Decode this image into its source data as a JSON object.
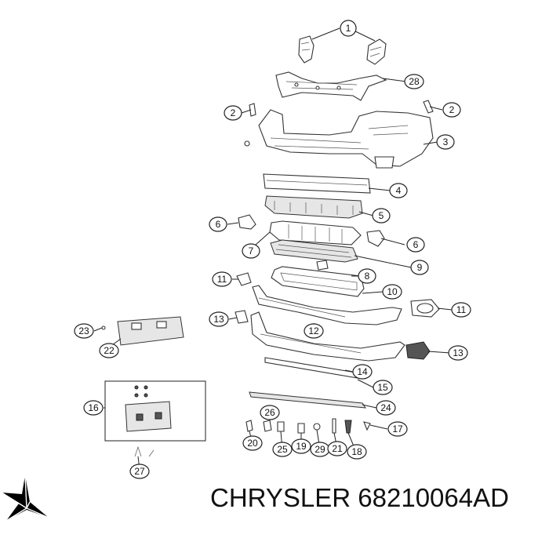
{
  "callouts": [
    {
      "label": "1"
    },
    {
      "label": "28"
    },
    {
      "label": "2"
    },
    {
      "label": "2"
    },
    {
      "label": "3"
    },
    {
      "label": "4"
    },
    {
      "label": "5"
    },
    {
      "label": "6"
    },
    {
      "label": "7"
    },
    {
      "label": "6"
    },
    {
      "label": "9"
    },
    {
      "label": "11"
    },
    {
      "label": "8"
    },
    {
      "label": "10"
    },
    {
      "label": "11"
    },
    {
      "label": "13"
    },
    {
      "label": "23"
    },
    {
      "label": "12"
    },
    {
      "label": "22"
    },
    {
      "label": "13"
    },
    {
      "label": "14"
    },
    {
      "label": "15"
    },
    {
      "label": "16"
    },
    {
      "label": "24"
    },
    {
      "label": "26"
    },
    {
      "label": "17"
    },
    {
      "label": "20"
    },
    {
      "label": "25"
    },
    {
      "label": "19"
    },
    {
      "label": "29"
    },
    {
      "label": "21"
    },
    {
      "label": "18"
    },
    {
      "label": "27"
    }
  ],
  "footer": {
    "brand": "CHRYSLER",
    "part_number": "68210064AD"
  },
  "logo": {
    "icon": "chrysler-pentastar-logo"
  }
}
